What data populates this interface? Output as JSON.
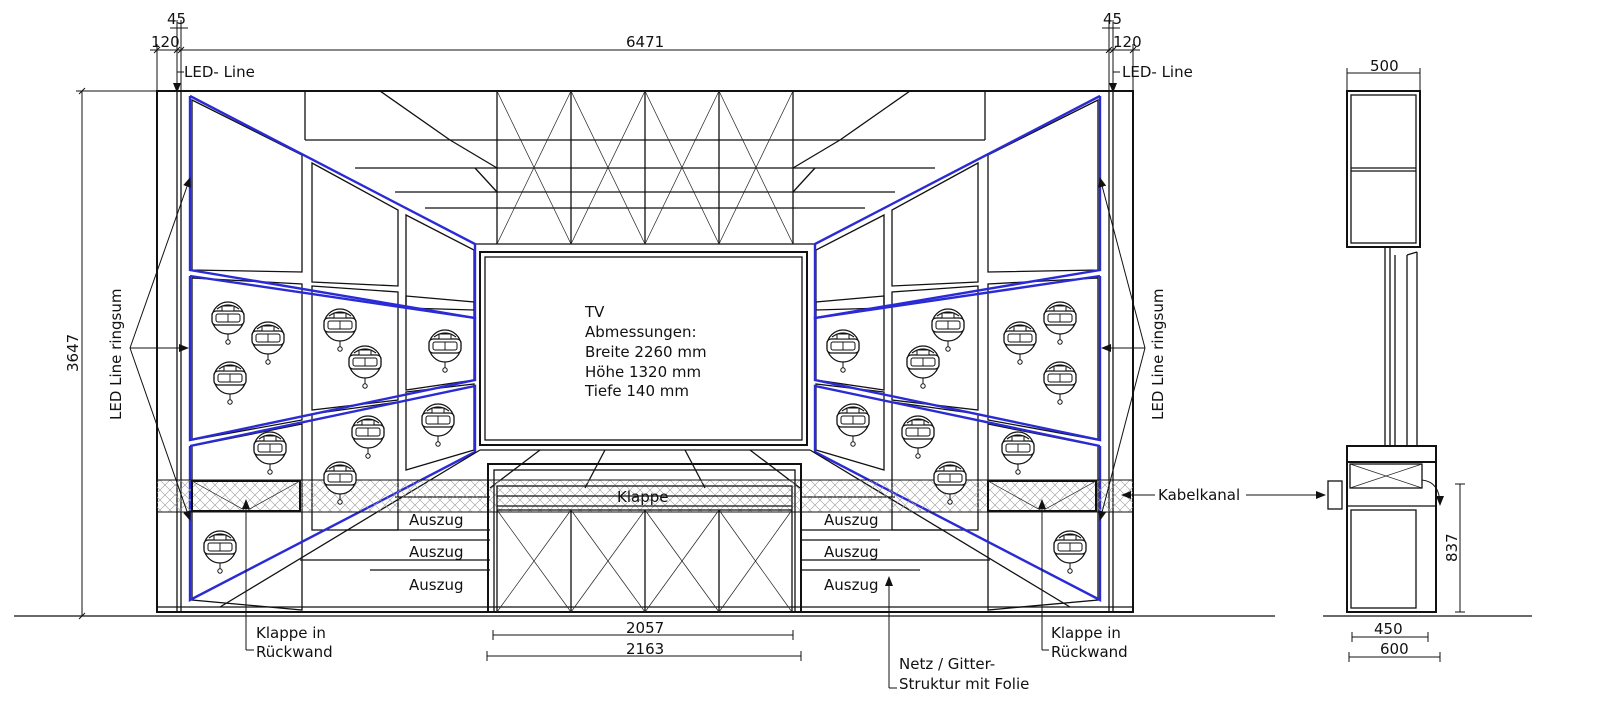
{
  "colors": {
    "led_line": "#2b2bd6",
    "line": "#111111",
    "background": "#ffffff"
  },
  "labels": {
    "led_line_left": "LED- Line",
    "led_line_right": "LED- Line",
    "led_ringsum_left": "LED Line ringsum",
    "led_ringsum_right": "LED Line ringsum",
    "tv_line1": "TV",
    "tv_line2": "Abmessungen:",
    "tv_line3": "Breite 2260 mm",
    "tv_line4": "Höhe 1320 mm",
    "tv_line5": "Tiefe 140 mm",
    "klappe": "Klappe",
    "auszug": "Auszug",
    "kabelkanal": "Kabelkanal",
    "klappe_rueckwand_line1": "Klappe in",
    "klappe_rueckwand_line2": "Rückwand",
    "netz_line1": "Netz / Gitter-",
    "netz_line2": "Struktur mit Folie"
  },
  "dimensions": {
    "top_left_45": "45",
    "top_left_120": "120",
    "top_total": "6471",
    "top_right_45": "45",
    "top_right_120": "120",
    "height_total": "3647",
    "side_depth_top": "500",
    "counter_inner": "2057",
    "counter_outer": "2163",
    "side_450": "450",
    "side_600": "600",
    "side_height": "837"
  },
  "icons": {
    "vr_headset": "vr-headset-icon"
  }
}
